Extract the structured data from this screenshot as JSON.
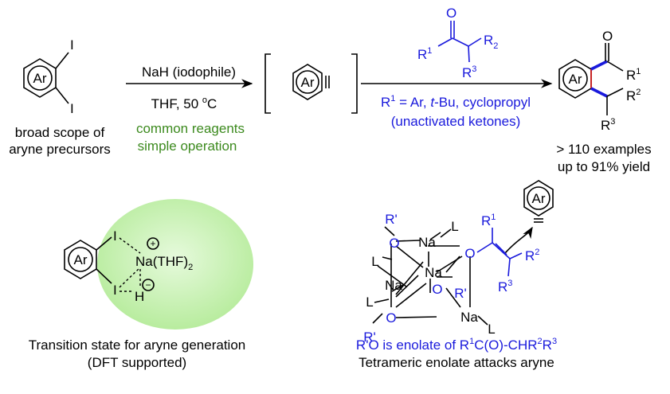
{
  "colors": {
    "blue": "#1a1adc",
    "green": "#3c8a1e",
    "red": "#d21e1e",
    "halo": "#b8ec9e"
  },
  "top": {
    "reactant": {
      "ring": "Ar",
      "sub1": "I",
      "sub2": "I"
    },
    "scope_line1": "broad scope of",
    "scope_line2": "aryne precursors",
    "arrow1_above": "NaH (iodophile)",
    "arrow1_below_a": "THF, 50 ",
    "arrow1_below_sup": "o",
    "arrow1_below_b": "C",
    "arrow1_green1": "common reagents",
    "arrow1_green2": "simple operation",
    "aryne_ring": "Ar",
    "ketone": {
      "o": "O",
      "r1": "R",
      "r1_sup": "1",
      "r2": "R",
      "r2_sub": "2",
      "r3": "R",
      "r3_sup": "3"
    },
    "arrow2_r1a": "R",
    "arrow2_r1_sup": "1",
    "arrow2_r1b": " = Ar, ",
    "arrow2_tbu": "t",
    "arrow2_r1c": "-Bu, cyclopropyl",
    "arrow2_unact": "(unactivated ketones)",
    "product": {
      "ring": "Ar",
      "o": "O",
      "r1": "R",
      "r1_sup": "1",
      "r2": "R",
      "r2_sup": "2",
      "r3": "R",
      "r3_sup": "3"
    },
    "examples": "> 110 examples",
    "yield": "up to 91% yield"
  },
  "bottom_left": {
    "ring": "Ar",
    "i_top": "I",
    "i_bot": "I",
    "na": "Na(THF)",
    "na_sub": "2",
    "plus": "+",
    "minus": "−",
    "h": "H",
    "caption1": "Transition state for aryne generation",
    "caption2": "(DFT supported)"
  },
  "bottom_right": {
    "aryne_ring": "Ar",
    "rprime": "R'",
    "o": "O",
    "na": "Na",
    "l": "L",
    "orprime": "R'",
    "r1": "R",
    "r1_sup": "1",
    "r2": "R",
    "r2_sup": "2",
    "r3": "R",
    "r3_sup": "3",
    "caption_blue_a": "R'O is enolate of R",
    "caption_blue_s1": "1",
    "caption_blue_b": "C(O)-CHR",
    "caption_blue_s2": "2",
    "caption_blue_c": "R",
    "caption_blue_s3": "3",
    "caption2": "Tetrameric enolate attacks aryne"
  }
}
